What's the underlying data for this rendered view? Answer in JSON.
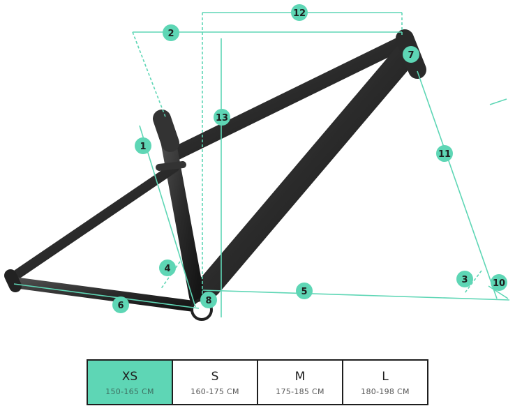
{
  "accent_color": "#5ed6b5",
  "frame_color": "#2b2b2b",
  "markers": [
    "1",
    "2",
    "3",
    "4",
    "5",
    "6",
    "7",
    "8",
    "10",
    "11",
    "12",
    "13"
  ],
  "sizes": [
    {
      "code": "XS",
      "range": "150-165 CM",
      "active": true
    },
    {
      "code": "S",
      "range": "160-175 CM",
      "active": false
    },
    {
      "code": "M",
      "range": "175-185 CM",
      "active": false
    },
    {
      "code": "L",
      "range": "180-198 CM",
      "active": false
    }
  ]
}
